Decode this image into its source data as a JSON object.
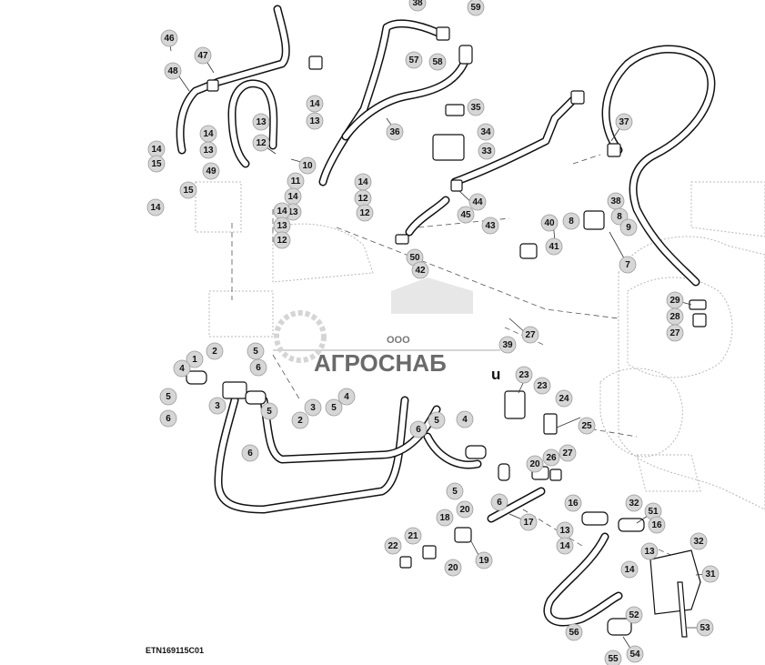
{
  "figure_code": "ETN169115C01",
  "watermark": {
    "small_text": "ООО",
    "brand_text": "АГРОСНАБ",
    "suffix_text": "u"
  },
  "callouts": [
    "46",
    "47",
    "48",
    "14",
    "13",
    "14",
    "13",
    "14",
    "15",
    "49",
    "15",
    "14",
    "13",
    "12",
    "11",
    "10",
    "14",
    "13",
    "14",
    "12",
    "14",
    "13",
    "12",
    "12",
    "36",
    "38",
    "59",
    "57",
    "58",
    "35",
    "34",
    "33",
    "37",
    "38",
    "8",
    "8",
    "9",
    "7",
    "40",
    "41",
    "44",
    "45",
    "43",
    "50",
    "42",
    "29",
    "28",
    "27",
    "39",
    "27",
    "2",
    "1",
    "4",
    "3",
    "5",
    "6",
    "5",
    "6",
    "5",
    "6",
    "4",
    "5",
    "3",
    "2",
    "6",
    "4",
    "5",
    "23",
    "23",
    "24",
    "25",
    "26",
    "27",
    "20",
    "20",
    "6",
    "5",
    "17",
    "18",
    "21",
    "22",
    "20",
    "19",
    "16",
    "32",
    "51",
    "16",
    "13",
    "14",
    "13",
    "14",
    "32",
    "31",
    "52",
    "56",
    "55",
    "54",
    "53"
  ]
}
